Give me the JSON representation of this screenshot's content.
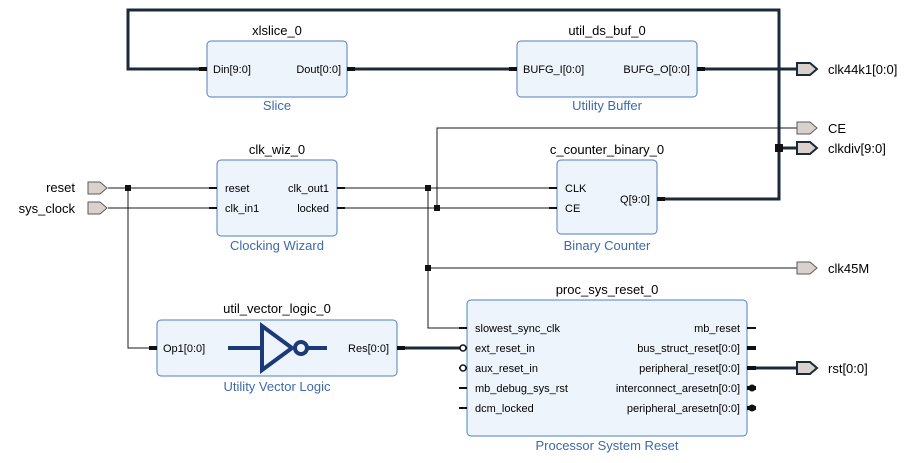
{
  "blocks": {
    "xlslice": {
      "name": "xlslice_0",
      "label": "Slice",
      "pin_in": "Din[9:0]",
      "pin_out": "Dout[0:0]"
    },
    "util_ds_buf": {
      "name": "util_ds_buf_0",
      "label": "Utility Buffer",
      "pin_in": "BUFG_I[0:0]",
      "pin_out": "BUFG_O[0:0]"
    },
    "clk_wiz": {
      "name": "clk_wiz_0",
      "label": "Clocking Wizard",
      "pin_reset": "reset",
      "pin_clk_in1": "clk_in1",
      "pin_clk_out1": "clk_out1",
      "pin_locked": "locked"
    },
    "c_counter": {
      "name": "c_counter_binary_0",
      "label": "Binary Counter",
      "pin_clk": "CLK",
      "pin_ce": "CE",
      "pin_q": "Q[9:0]"
    },
    "util_vector_logic": {
      "name": "util_vector_logic_0",
      "label": "Utility Vector Logic",
      "pin_in": "Op1[0:0]",
      "pin_out": "Res[0:0]"
    },
    "proc_sys_reset": {
      "name": "proc_sys_reset_0",
      "label": "Processor System Reset",
      "left_pins": [
        "slowest_sync_clk",
        "ext_reset_in",
        "aux_reset_in",
        "mb_debug_sys_rst",
        "dcm_locked"
      ],
      "right_pins": [
        "mb_reset",
        "bus_struct_reset[0:0]",
        "peripheral_reset[0:0]",
        "interconnect_aresetn[0:0]",
        "peripheral_aresetn[0:0]"
      ]
    }
  },
  "ports": {
    "inputs": [
      "reset",
      "sys_clock"
    ],
    "outputs": [
      "clk44k1[0:0]",
      "CE",
      "clkdiv[9:0]",
      "clk45M",
      "rst[0:0]"
    ]
  }
}
